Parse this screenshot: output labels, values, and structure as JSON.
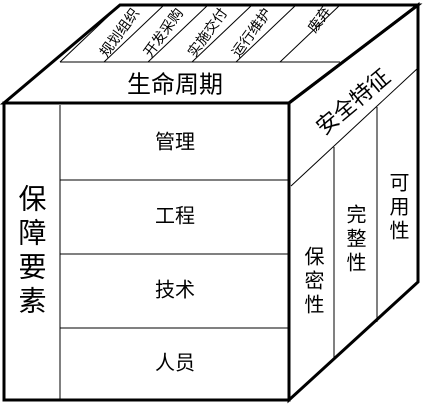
{
  "top_face": {
    "phases": [
      "规划组织",
      "开发采购",
      "实施交付",
      "运行维护",
      "废弃"
    ]
  },
  "lifecycle_label": "生命周期",
  "security_label": "安全特征",
  "security_features": [
    "保密性",
    "完整性",
    "可用性"
  ],
  "assurance_label": "保障要素",
  "assurance_elements": [
    "管理",
    "工程",
    "技术",
    "人员"
  ]
}
